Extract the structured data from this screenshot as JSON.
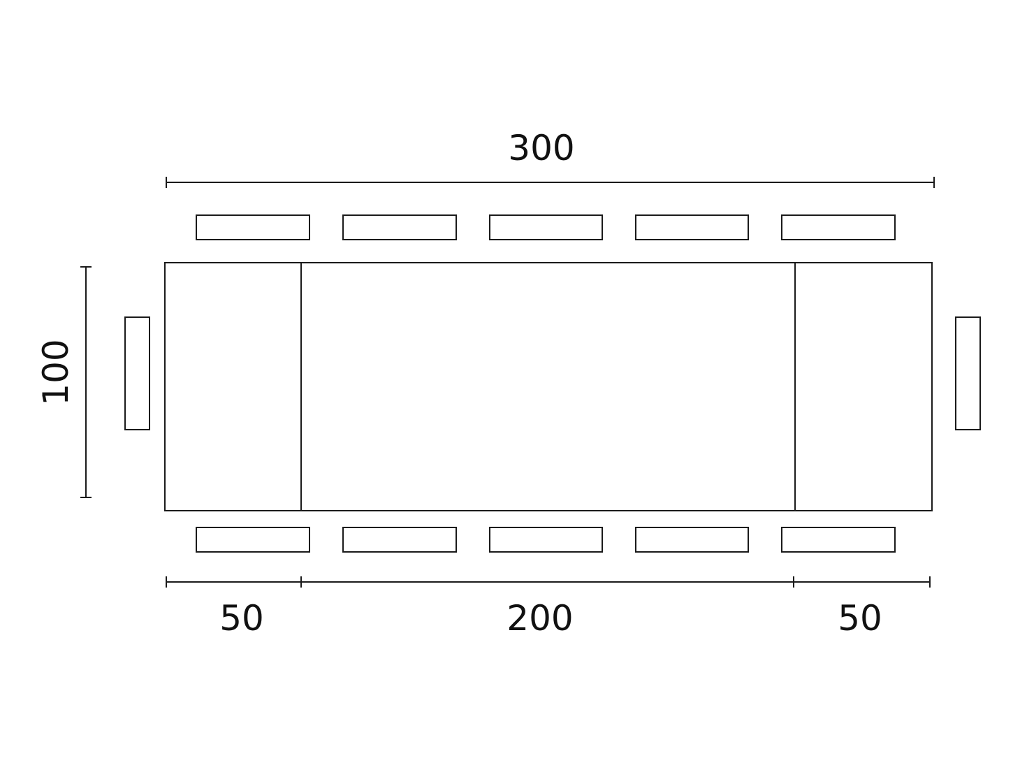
{
  "dimensions": {
    "total_length": "300",
    "width": "100",
    "extension_left": "50",
    "center_section": "200",
    "extension_right": "50"
  },
  "table": {
    "chairs_per_long_side": 5,
    "chairs_per_end": 1
  },
  "colors": {
    "line": "#1a1a1a",
    "background": "#ffffff"
  }
}
